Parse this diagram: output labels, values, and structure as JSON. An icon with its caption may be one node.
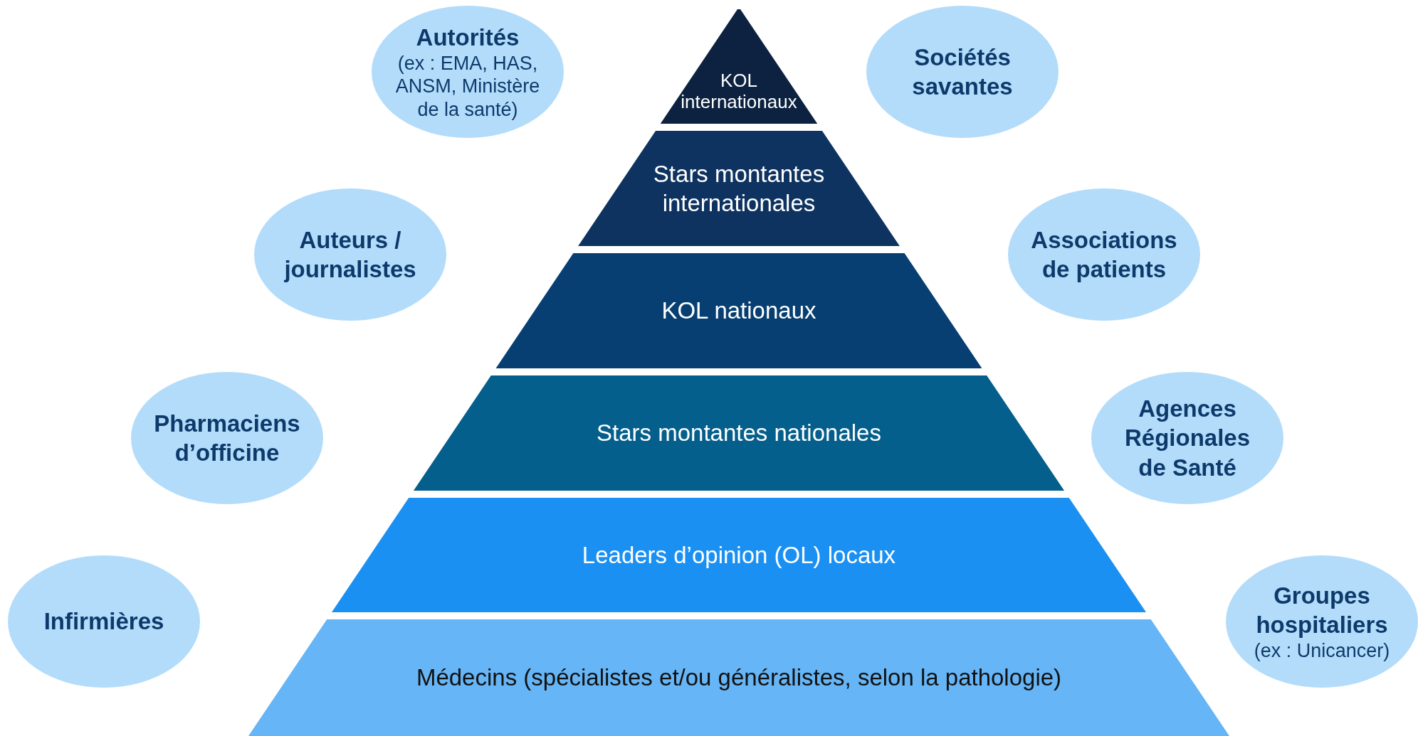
{
  "diagram": {
    "nodes": [
      {
        "text": [
          "Autorités",
          "(ex : EMA, HAS, ANSM, Ministère de la santé)"
        ]
      },
      {
        "text": [
          "KOL internationaux"
        ]
      },
      {
        "text": [
          "Sociétés savantes"
        ]
      },
      {
        "text": [
          "Stars montantes internationales"
        ]
      },
      {
        "text": [
          "Auteurs / journalistes"
        ]
      },
      {
        "text": [
          "Associations de patients"
        ]
      },
      {
        "text": [
          "KOL nationaux"
        ]
      },
      {
        "text": [
          "Pharmaciens d’officine"
        ]
      },
      {
        "text": [
          "Stars montantes nationales"
        ]
      },
      {
        "text": [
          "Agences Régionales de Santé"
        ]
      },
      {
        "text": [
          "Leaders d’opinion (OL) locaux"
        ]
      },
      {
        "text": [
          "Infirmières"
        ]
      },
      {
        "text": [
          "Groupes hospitaliers",
          "(ex : Unicancer)"
        ]
      },
      {
        "text": [
          "Médecins (spécialistes et/ou généralistes, selon la pathologie)"
        ]
      }
    ],
    "edges": []
  }
}
